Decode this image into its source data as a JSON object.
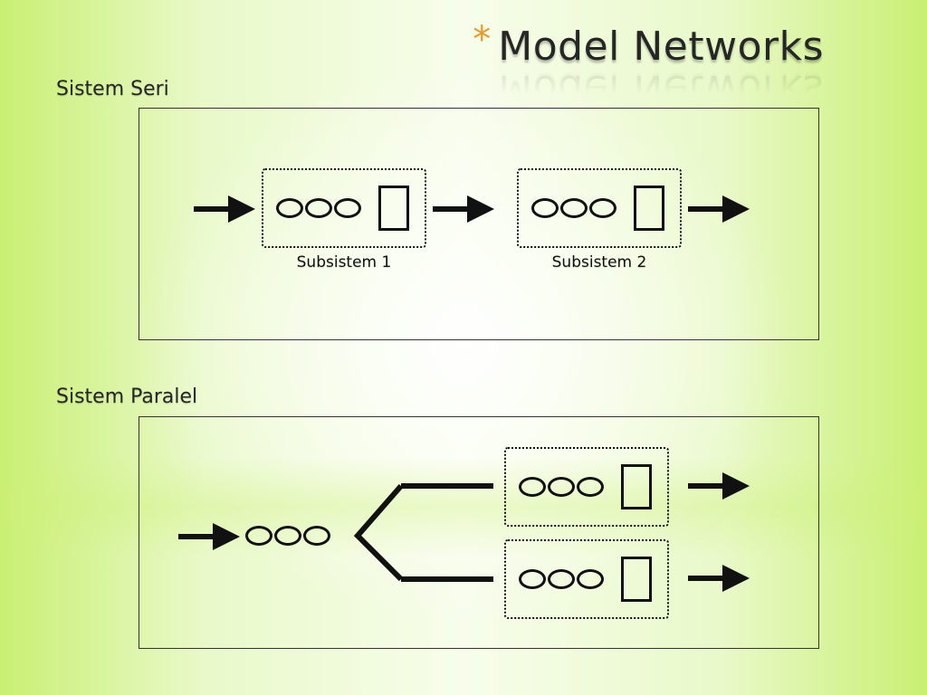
{
  "title": {
    "star": "*",
    "text": "Model Networks"
  },
  "series_section": {
    "heading": "Sistem Seri",
    "subsystems": [
      {
        "label": "Subsistem 1"
      },
      {
        "label": "Subsistem 2"
      }
    ]
  },
  "parallel_section": {
    "heading": "Sistem Paralel"
  },
  "colors": {
    "accent_star": "#e79a2a",
    "ink": "#111111",
    "background_edge": "#c9ef73"
  }
}
